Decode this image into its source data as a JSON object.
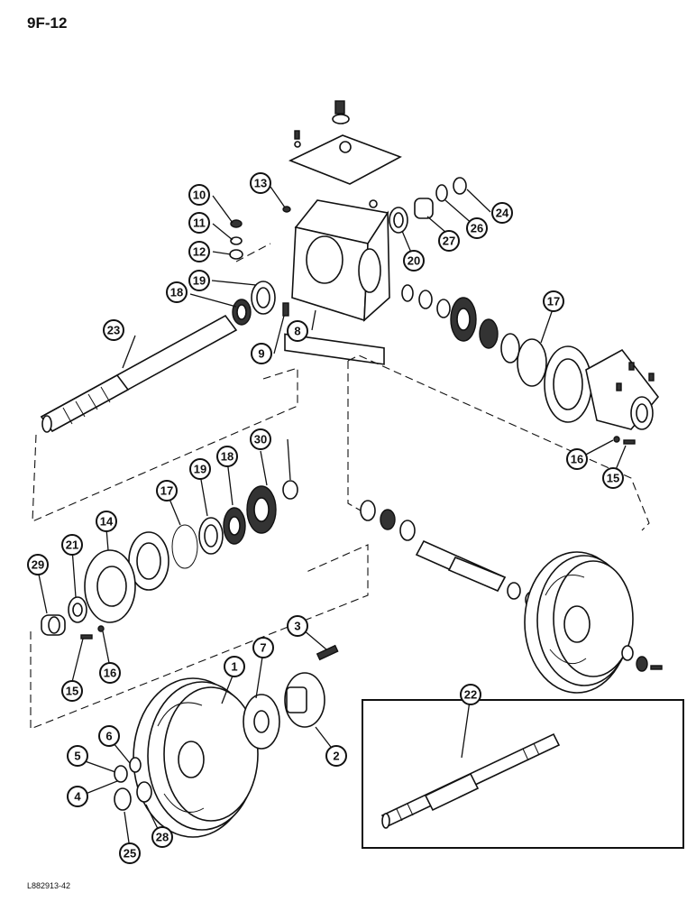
{
  "page": {
    "page_number": "9F-12",
    "figure_code": "L882913-42"
  },
  "callouts": {
    "c1": "1",
    "c2": "2",
    "c3": "3",
    "c4": "4",
    "c5": "5",
    "c6": "6",
    "c7": "7",
    "c8": "8",
    "c9": "9",
    "c10": "10",
    "c11": "11",
    "c12": "12",
    "c13": "13",
    "c14": "14",
    "c15a": "15",
    "c15b": "15",
    "c16a": "16",
    "c16b": "16",
    "c17a": "17",
    "c17b": "17",
    "c18a": "18",
    "c18b": "18",
    "c19a": "19",
    "c19b": "19",
    "c20": "20",
    "c21": "21",
    "c22": "22",
    "c23": "23",
    "c24": "24",
    "c25": "25",
    "c26": "26",
    "c27": "27",
    "c28": "28",
    "c29": "29",
    "c30": "30"
  }
}
